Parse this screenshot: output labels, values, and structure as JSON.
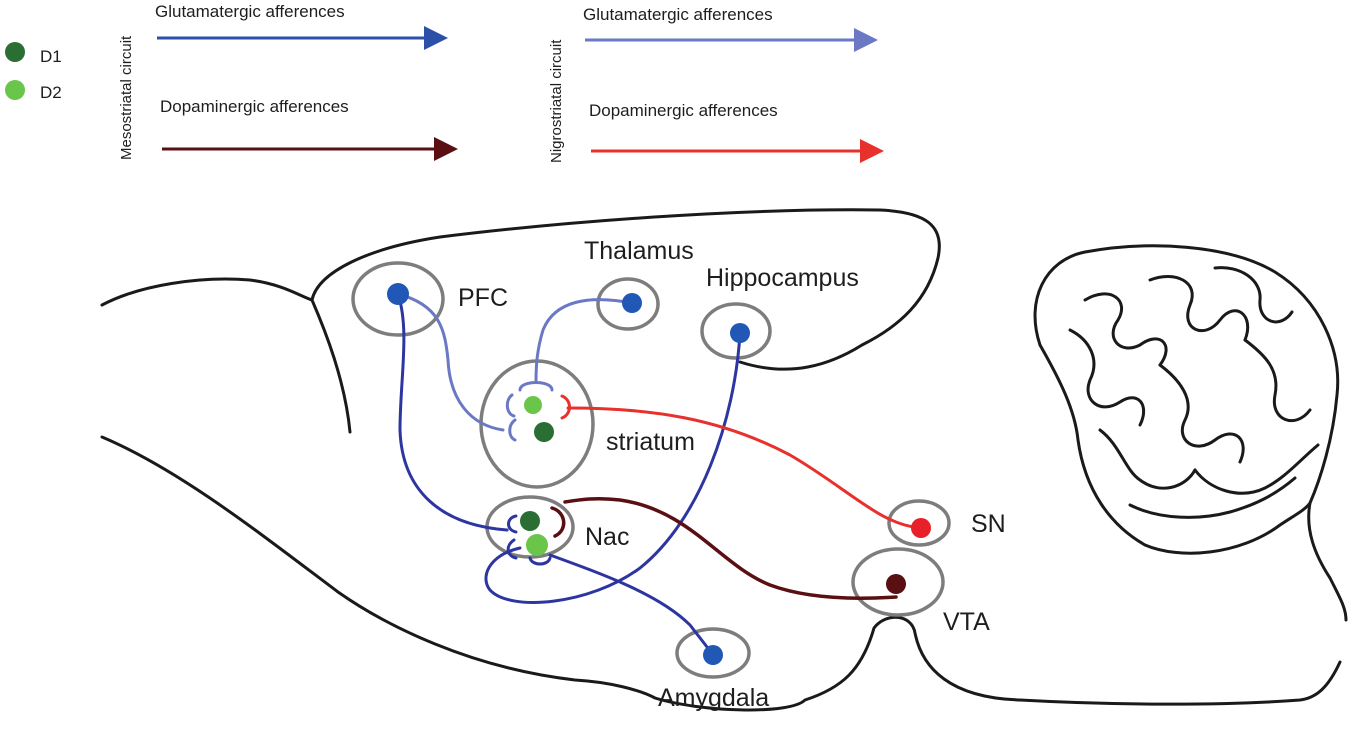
{
  "legend": {
    "receptors": [
      {
        "label": "D1",
        "color": "#2a6e33"
      },
      {
        "label": "D2",
        "color": "#69c64b"
      }
    ],
    "mesostriatal": {
      "title": "Mesostriatal circuit",
      "glutamatergic_label": "Glutamatergic afferences",
      "glutamatergic_color": "#2c4fa8",
      "dopaminergic_label": "Dopaminergic afferences",
      "dopaminergic_color": "#5a0f12"
    },
    "nigrostriatal": {
      "title": "Nigrostriatal circuit",
      "glutamatergic_label": "Glutamatergic afferences",
      "glutamatergic_color": "#6b78c4",
      "dopaminergic_label": "Dopaminergic afferences",
      "dopaminergic_color": "#e8302c"
    }
  },
  "regions": {
    "pfc": "PFC",
    "thalamus": "Thalamus",
    "hippocampus": "Hippocampus",
    "striatum": "striatum",
    "nac": "Nac",
    "sn": "SN",
    "vta": "VTA",
    "amygdala": "Amygdala"
  },
  "colors": {
    "outline": "#1a1a1a",
    "region_ring": "#7d7d7d",
    "neuron_blue": "#2157b5",
    "sn_red": "#e8202a",
    "vta_dark": "#5a0f12"
  }
}
